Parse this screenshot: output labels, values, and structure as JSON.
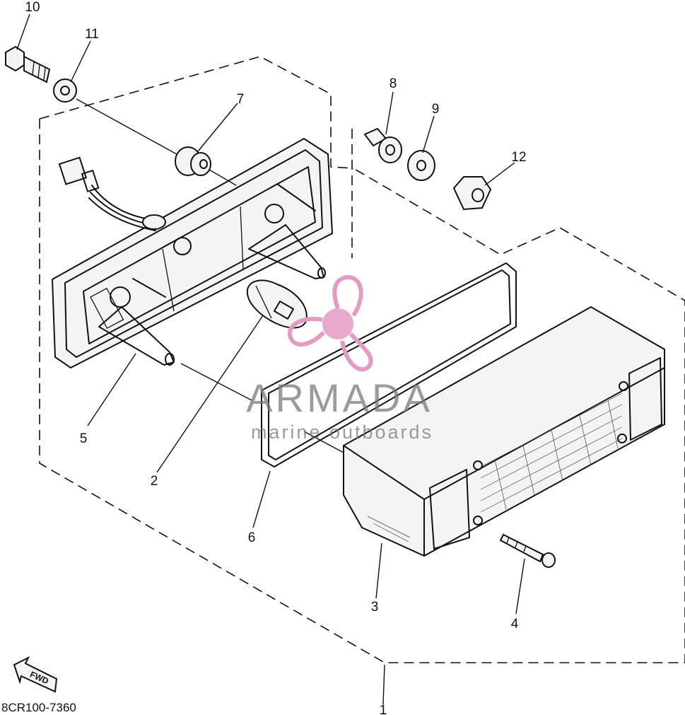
{
  "diagram": {
    "callouts": {
      "c1": "1",
      "c2": "2",
      "c3": "3",
      "c4": "4",
      "c5": "5",
      "c6": "6",
      "c7": "7",
      "c8": "8",
      "c9": "9",
      "c10": "10",
      "c11": "11",
      "c12": "12"
    },
    "drawing_code": "8CR100-7360",
    "fwd_label": "FWD"
  },
  "watermark": {
    "brand": "ARMADA",
    "tagline": "marine outboards",
    "logo_color": "#e39bc3"
  }
}
